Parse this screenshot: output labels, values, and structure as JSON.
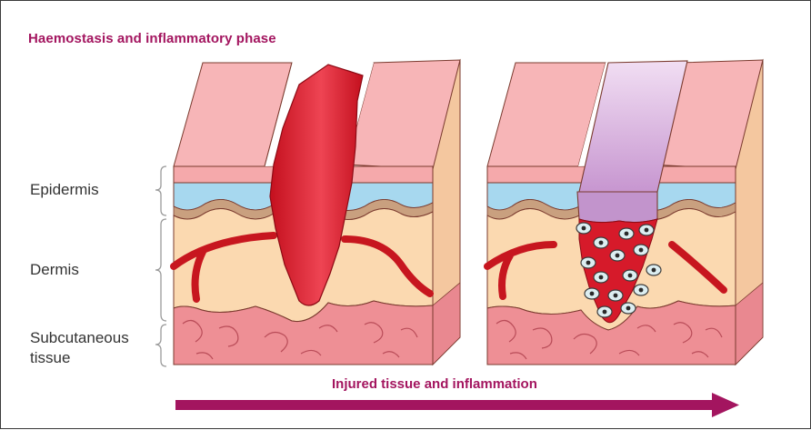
{
  "title": "Haemostasis and inflammatory phase",
  "layers": {
    "epidermis": "Epidermis",
    "dermis": "Dermis",
    "subcutaneous_line1": "Subcutaneous",
    "subcutaneous_line2": "tissue"
  },
  "arrow_label": "Injured tissue and inflammation",
  "colors": {
    "accent": "#a3155f",
    "skin_top": "#f7b5b7",
    "epidermis": "#a7d8ef",
    "dermis": "#fbd9b0",
    "fat": "#ee8f95",
    "blood": "#d61a2a",
    "scab": "#d7a6dd",
    "cell": "#dceef1"
  }
}
